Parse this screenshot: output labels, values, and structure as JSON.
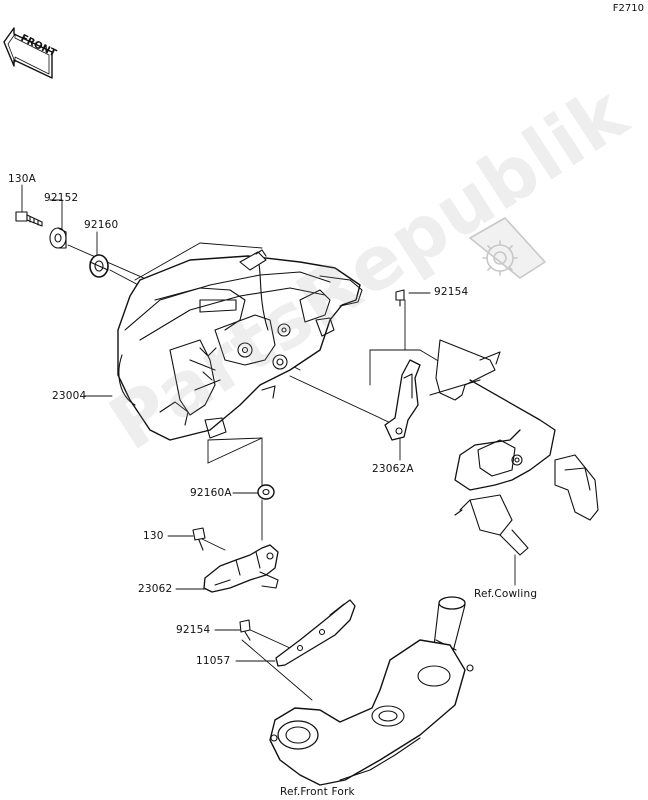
{
  "figure_code": "F2710",
  "front_badge": "FRONT",
  "watermark": "PartsRepublik",
  "callouts": {
    "c130a": "130A",
    "c92152": "92152",
    "c92160": "92160",
    "c92154_top": "92154",
    "c23004": "23004",
    "c23062a": "23062A",
    "c92160a": "92160A",
    "c130": "130",
    "c23062": "23062",
    "c92154_bot": "92154",
    "c11057": "11057",
    "ref_cowling": "Ref.Cowling",
    "ref_front_fork": "Ref.Front Fork"
  }
}
